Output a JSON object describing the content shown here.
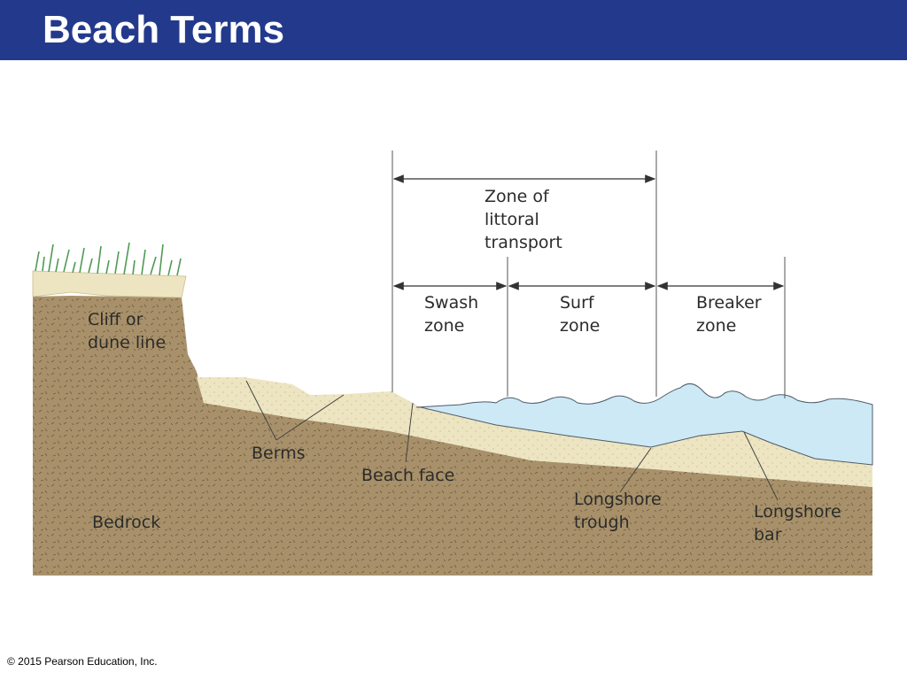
{
  "slide": {
    "title": "Beach Terms",
    "copyright": "© 2015 Pearson Education, Inc."
  },
  "diagram": {
    "labels": {
      "zone_littoral": [
        "Zone of",
        "littoral",
        "transport"
      ],
      "swash": [
        "Swash",
        "zone"
      ],
      "surf": [
        "Surf",
        "zone"
      ],
      "breaker": [
        "Breaker",
        "zone"
      ],
      "cliff": [
        "Cliff or",
        "dune line"
      ],
      "berms": "Berms",
      "beach_face": "Beach face",
      "longshore_trough": [
        "Longshore",
        "trough"
      ],
      "longshore_bar": [
        "Longshore",
        "bar"
      ],
      "bedrock": "Bedrock"
    },
    "colors": {
      "title_bar": "#233a8c",
      "bedrock": "#a8916a",
      "sand": "#ede5c2",
      "water": "#cde9f6",
      "grass": "#4f9a52"
    }
  }
}
